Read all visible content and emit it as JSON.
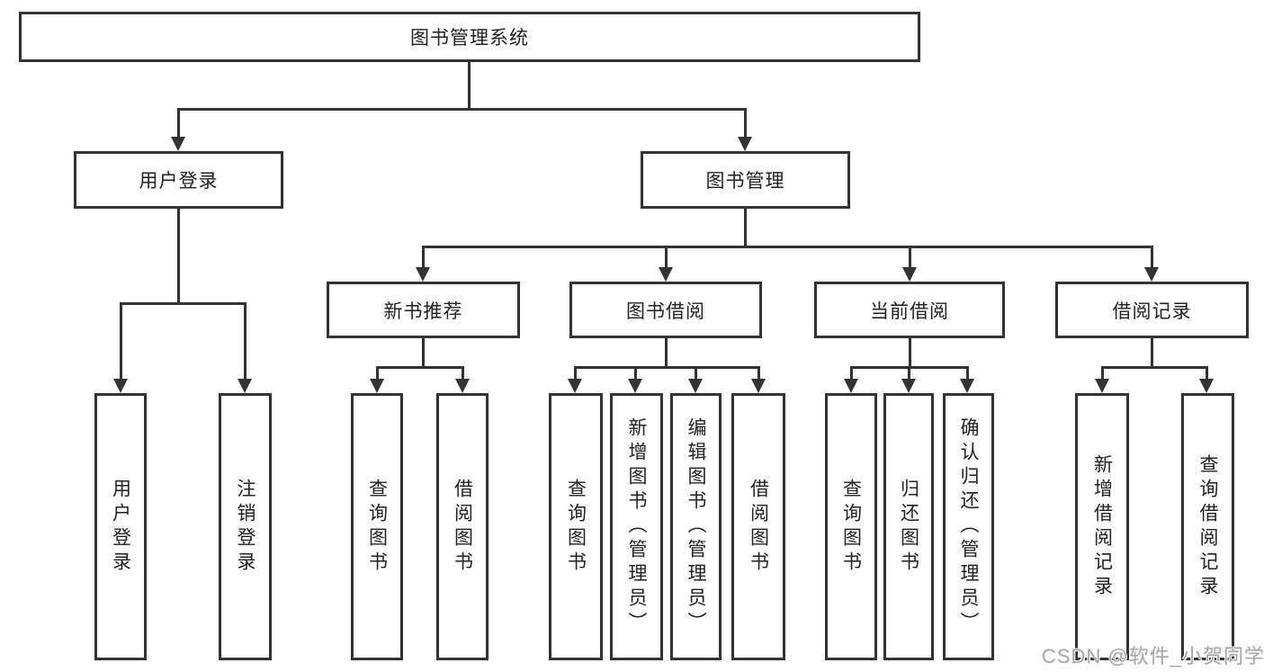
{
  "diagram": {
    "title_node": {
      "label": "图书管理系统"
    },
    "branches": [
      {
        "id": "user-login",
        "label": "用户登录",
        "leaves": [
          {
            "label": "用户登录"
          },
          {
            "label": "注销登录"
          }
        ]
      },
      {
        "id": "book-management",
        "label": "图书管理",
        "children": [
          {
            "id": "new-book-recommend",
            "label": "新书推荐",
            "leaves": [
              {
                "label": "查询图书"
              },
              {
                "label": "借阅图书"
              }
            ]
          },
          {
            "id": "book-borrow",
            "label": "图书借阅",
            "leaves": [
              {
                "label": "查询图书"
              },
              {
                "label": "新增图书（管理员）"
              },
              {
                "label": "编辑图书（管理员）"
              },
              {
                "label": "借阅图书"
              }
            ]
          },
          {
            "id": "current-borrow",
            "label": "当前借阅",
            "leaves": [
              {
                "label": "查询图书"
              },
              {
                "label": "归还图书"
              },
              {
                "label": "确认归还（管理员）"
              }
            ]
          },
          {
            "id": "borrow-records",
            "label": "借阅记录",
            "leaves": [
              {
                "label": "新增借阅记录"
              },
              {
                "label": "查询借阅记录"
              }
            ]
          }
        ]
      }
    ]
  },
  "watermark": {
    "text": "CSDN @软件_小贺同学"
  },
  "colors": {
    "line": "#333333",
    "text": "#222222",
    "background": "#ffffff",
    "watermark": "#a6a6a6"
  }
}
